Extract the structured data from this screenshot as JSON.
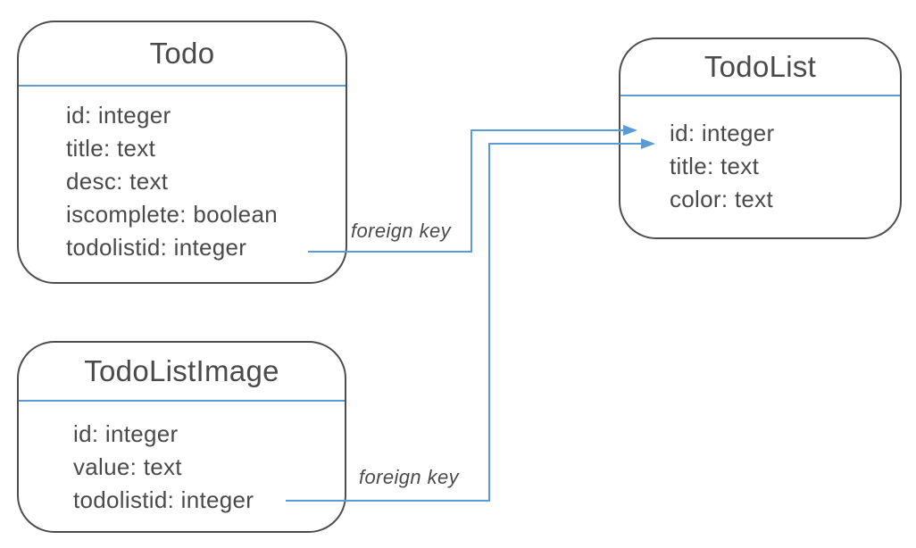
{
  "diagram": {
    "colors": {
      "accent_blue": "#5B9BD5",
      "border_gray": "#4d4d4d",
      "text_gray": "#4a4a4a"
    },
    "entities": [
      {
        "name": "Todo",
        "fields": [
          "id: integer",
          "title: text",
          "desc: text",
          "iscomplete: boolean",
          "todolistid: integer"
        ]
      },
      {
        "name": "TodoList",
        "fields": [
          "id: integer",
          "title: text",
          "color: text"
        ]
      },
      {
        "name": "TodoListImage",
        "fields": [
          "id: integer",
          "value: text",
          "todolistid: integer"
        ]
      }
    ],
    "relationships": [
      {
        "label": "foreign key",
        "from": "Todo.todolistid",
        "to": "TodoList.id"
      },
      {
        "label": "foreign key",
        "from": "TodoListImage.todolistid",
        "to": "TodoList.id"
      }
    ]
  }
}
